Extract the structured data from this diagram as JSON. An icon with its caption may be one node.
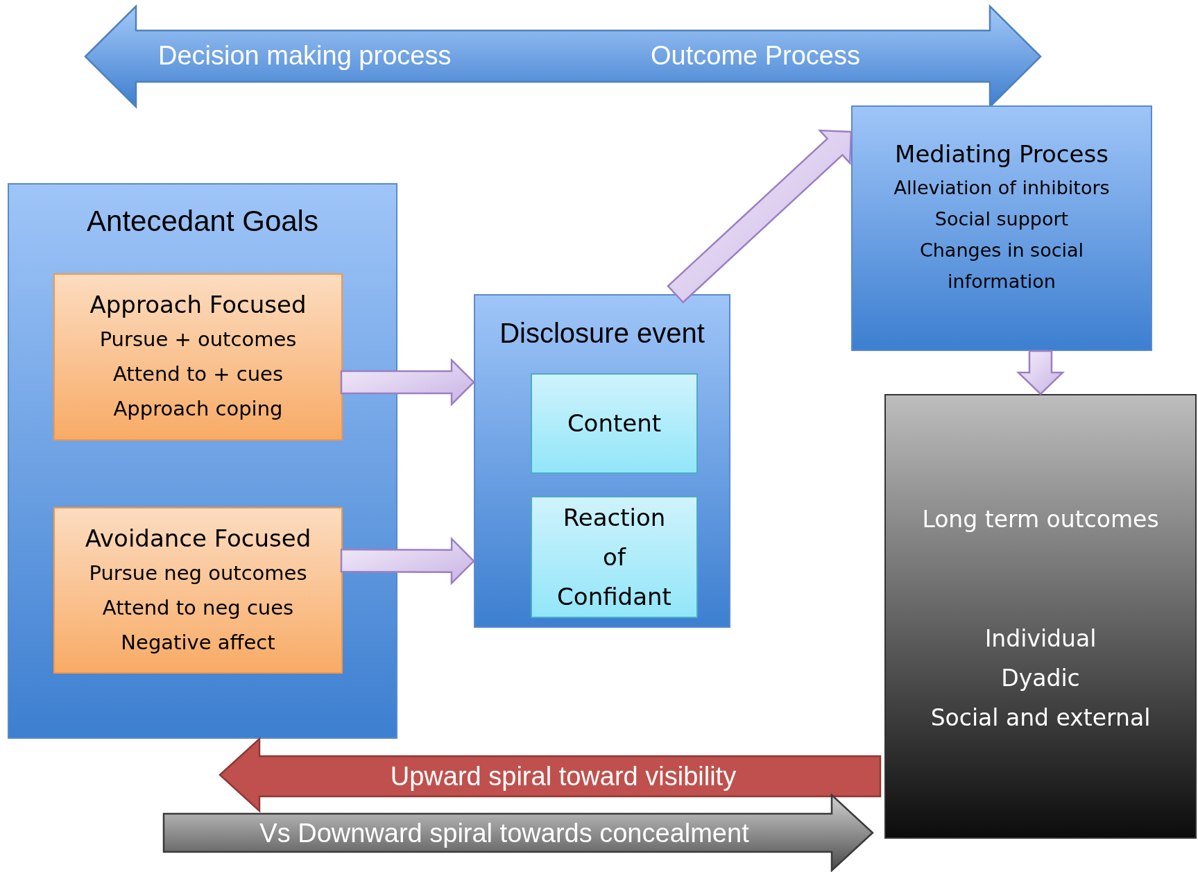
{
  "diagram": {
    "nodes": [
      {
        "text": [
          "Decision making process",
          "Outcome Process"
        ]
      },
      {
        "text": [
          "Antecedant Goals"
        ]
      },
      {
        "text": [
          "Approach Focused",
          "Pursue + outcomes",
          "Attend to + cues",
          "Approach coping"
        ],
        "in": 1
      },
      {
        "text": [
          "Avoidance Focused",
          "Pursue neg outcomes",
          "Attend to neg cues",
          "Negative affect"
        ],
        "in": 1
      },
      {
        "text": [
          "Disclosure event"
        ]
      },
      {
        "text": [
          "Content"
        ],
        "in": 4
      },
      {
        "text": [
          "Reaction of Confidant"
        ],
        "in": 4
      },
      {
        "text": [
          "Mediating Process",
          "Alleviation of inhibitors",
          "Social support",
          "Changes in social information"
        ]
      },
      {
        "text": [
          "Long term outcomes",
          "Individual",
          "Dyadic",
          "Social and external"
        ]
      },
      {
        "text": [
          "Upward spiral toward visibility"
        ]
      },
      {
        "text": [
          "Vs Downward spiral towards concealment"
        ]
      }
    ],
    "edges": [
      {
        "from": 2,
        "to": 4,
        "arrow": "to"
      },
      {
        "from": 3,
        "to": 4,
        "arrow": "to"
      },
      {
        "from": 4,
        "to": 7,
        "arrow": "to"
      },
      {
        "from": 7,
        "to": 8,
        "arrow": "to"
      }
    ]
  }
}
